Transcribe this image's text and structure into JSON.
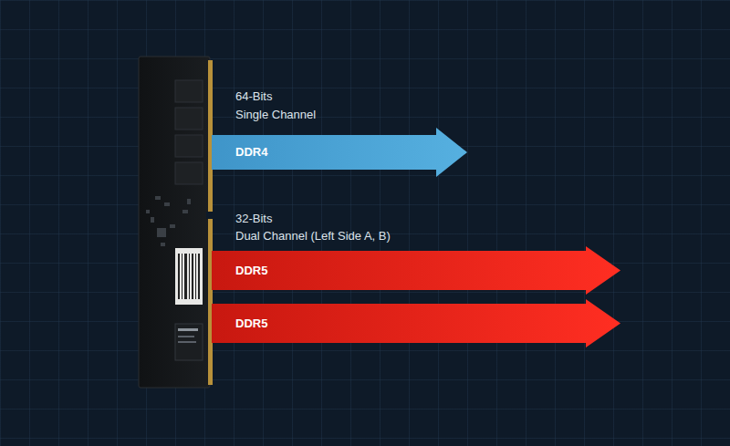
{
  "diagram": {
    "nodes": [
      {
        "text": [
          "DDR4"
        ]
      },
      {
        "text": [
          "DDR5"
        ]
      },
      {
        "text": [
          "DDR5"
        ]
      }
    ],
    "labels": [
      "64-Bits",
      "Single Channel",
      "32-Bits",
      "Dual Channel (Left Side A, B)"
    ]
  }
}
